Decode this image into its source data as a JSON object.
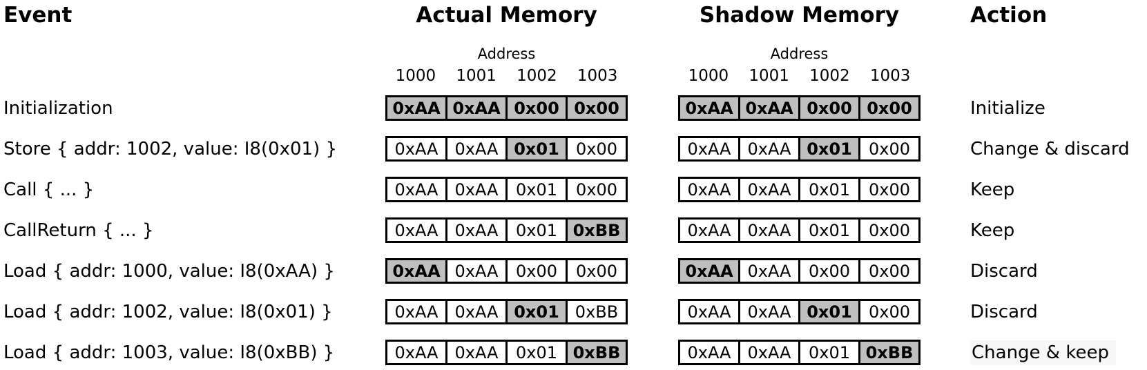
{
  "headers": {
    "event": "Event",
    "actual_memory": "Actual Memory",
    "shadow_memory": "Shadow Memory",
    "action": "Action"
  },
  "address_label": "Address",
  "addresses": [
    "1000",
    "1001",
    "1002",
    "1003"
  ],
  "colors": {
    "cell_shaded": "#bfbfbf",
    "cell_border": "#000000",
    "action_highlight": "#f7f7f7",
    "text": "#000000",
    "background": "#ffffff"
  },
  "rows": [
    {
      "event": "Initialization",
      "actual": {
        "values": [
          "0xAA",
          "0xAA",
          "0x00",
          "0x00"
        ],
        "shaded": [
          true,
          true,
          true,
          true
        ]
      },
      "shadow": {
        "values": [
          "0xAA",
          "0xAA",
          "0x00",
          "0x00"
        ],
        "shaded": [
          true,
          true,
          true,
          true
        ]
      },
      "action": "Initialize",
      "action_highlighted": false
    },
    {
      "event": "Store { addr: 1002, value: I8(0x01) }",
      "actual": {
        "values": [
          "0xAA",
          "0xAA",
          "0x01",
          "0x00"
        ],
        "shaded": [
          false,
          false,
          true,
          false
        ]
      },
      "shadow": {
        "values": [
          "0xAA",
          "0xAA",
          "0x01",
          "0x00"
        ],
        "shaded": [
          false,
          false,
          true,
          false
        ]
      },
      "action": "Change & discard",
      "action_highlighted": false
    },
    {
      "event": "Call { ... }",
      "actual": {
        "values": [
          "0xAA",
          "0xAA",
          "0x01",
          "0x00"
        ],
        "shaded": [
          false,
          false,
          false,
          false
        ]
      },
      "shadow": {
        "values": [
          "0xAA",
          "0xAA",
          "0x01",
          "0x00"
        ],
        "shaded": [
          false,
          false,
          false,
          false
        ]
      },
      "action": "Keep",
      "action_highlighted": false
    },
    {
      "event": "CallReturn { ... }",
      "actual": {
        "values": [
          "0xAA",
          "0xAA",
          "0x01",
          "0xBB"
        ],
        "shaded": [
          false,
          false,
          false,
          true
        ]
      },
      "shadow": {
        "values": [
          "0xAA",
          "0xAA",
          "0x01",
          "0x00"
        ],
        "shaded": [
          false,
          false,
          false,
          false
        ]
      },
      "action": "Keep",
      "action_highlighted": false
    },
    {
      "event": "Load { addr: 1000, value: I8(0xAA) }",
      "actual": {
        "values": [
          "0xAA",
          "0xAA",
          "0x00",
          "0x00"
        ],
        "shaded": [
          true,
          false,
          false,
          false
        ]
      },
      "shadow": {
        "values": [
          "0xAA",
          "0xAA",
          "0x00",
          "0x00"
        ],
        "shaded": [
          true,
          false,
          false,
          false
        ]
      },
      "action": "Discard",
      "action_highlighted": false
    },
    {
      "event": "Load { addr: 1002, value: I8(0x01) }",
      "actual": {
        "values": [
          "0xAA",
          "0xAA",
          "0x01",
          "0xBB"
        ],
        "shaded": [
          false,
          false,
          true,
          false
        ]
      },
      "shadow": {
        "values": [
          "0xAA",
          "0xAA",
          "0x01",
          "0x00"
        ],
        "shaded": [
          false,
          false,
          true,
          false
        ]
      },
      "action": "Discard",
      "action_highlighted": false
    },
    {
      "event": "Load { addr: 1003, value: I8(0xBB) }",
      "actual": {
        "values": [
          "0xAA",
          "0xAA",
          "0x01",
          "0xBB"
        ],
        "shaded": [
          false,
          false,
          false,
          true
        ]
      },
      "shadow": {
        "values": [
          "0xAA",
          "0xAA",
          "0x01",
          "0xBB"
        ],
        "shaded": [
          false,
          false,
          false,
          true
        ]
      },
      "action": "Change & keep",
      "action_highlighted": true
    }
  ]
}
